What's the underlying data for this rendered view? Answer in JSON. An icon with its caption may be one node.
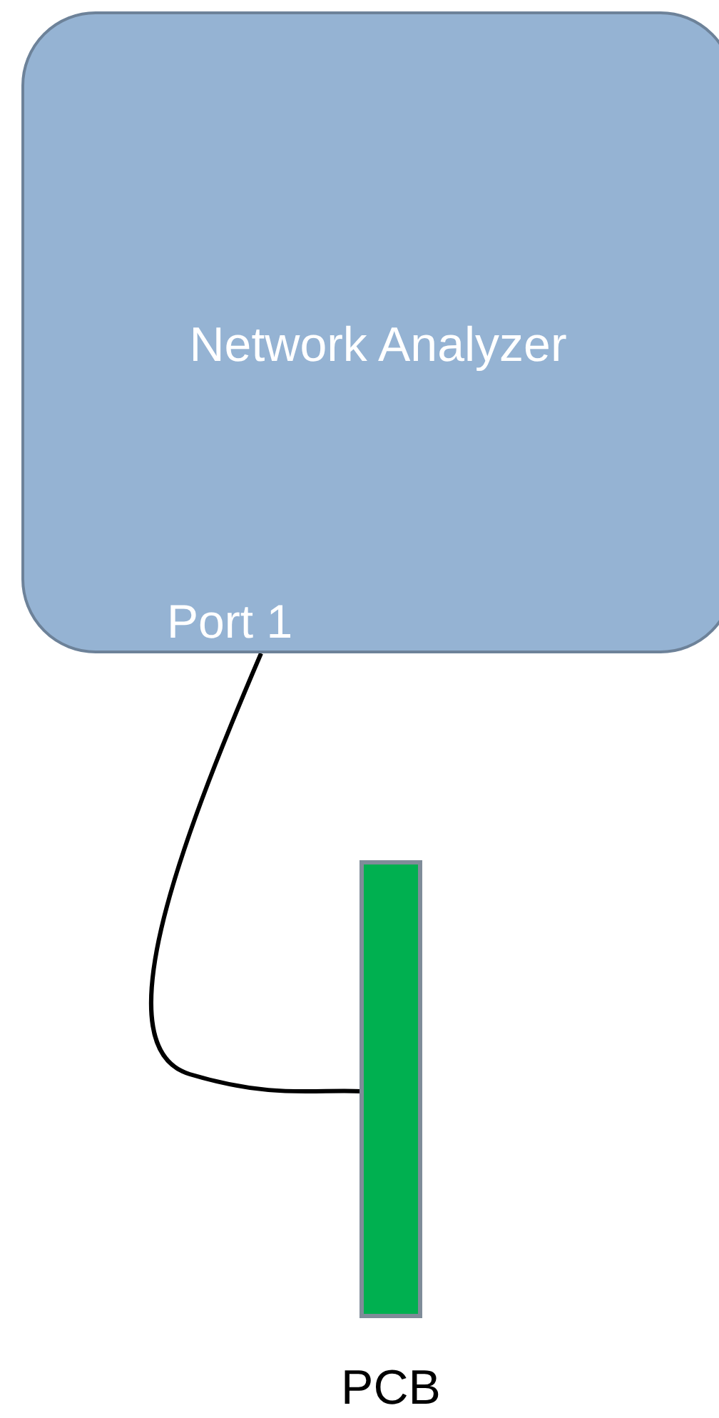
{
  "diagram": {
    "nodes": [
      {
        "text": [
          "Network Analyzer"
        ]
      },
      {
        "text": [
          "Port 1"
        ],
        "in": 0
      },
      {
        "text": [
          "PCB"
        ]
      }
    ],
    "edges": [
      {
        "from": 1,
        "to": 2,
        "arrow": "none"
      }
    ]
  }
}
